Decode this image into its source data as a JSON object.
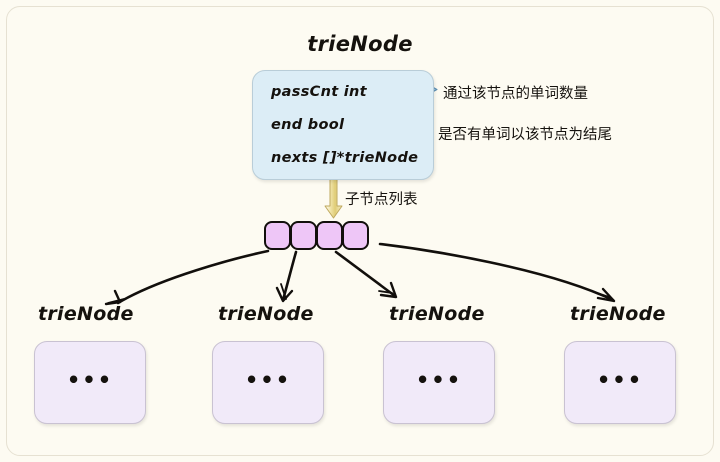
{
  "diagram": {
    "title": "trieNode",
    "background_color": "#fdfbf2",
    "frame_border_color": "#e6e1d2"
  },
  "struct_box": {
    "fill_color": "#dcedf6",
    "border_color": "#b9cdd8",
    "fields": [
      {
        "text": "passCnt int"
      },
      {
        "text": "end bool"
      },
      {
        "text": "nexts []*trieNode"
      }
    ]
  },
  "annotations": [
    {
      "text": "通过该节点的单词数量",
      "arrow": "blue-block-arrow-right"
    },
    {
      "text": "是否有单词以该节点为结尾",
      "arrow": "blue-block-arrow-right"
    }
  ],
  "child_list": {
    "label": "子节点列表",
    "arrow": "gold-block-arrow-down",
    "arrow_color": "#e8d98a",
    "cell_count": 4,
    "cell_fill_color": "#eec6f7",
    "cell_border_color": "#120f0c"
  },
  "children": [
    {
      "label": "trieNode",
      "content": "•••"
    },
    {
      "label": "trieNode",
      "content": "•••"
    },
    {
      "label": "trieNode",
      "content": "•••"
    },
    {
      "label": "trieNode",
      "content": "•••"
    }
  ],
  "child_box_style": {
    "fill_color": "#f1eaf9",
    "border_color": "#c9c2d2"
  }
}
